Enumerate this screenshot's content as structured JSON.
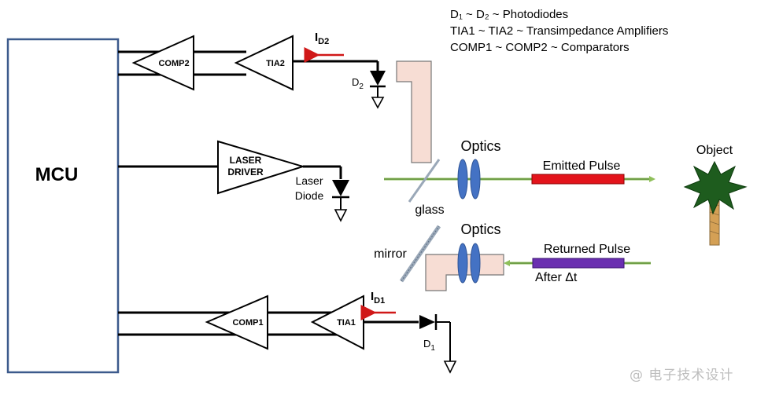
{
  "legend": {
    "line1": "D₁ ~ D₂ ~ Photodiodes",
    "line2": "TIA1 ~ TIA2 ~ Transimpedance Amplifiers",
    "line3": "COMP1 ~ COMP2 ~ Comparators"
  },
  "mcu": {
    "label": "MCU"
  },
  "top_channel": {
    "comp_label": "COMP2",
    "tia_label": "TIA2",
    "current_label": "I",
    "current_sub": "D2",
    "diode_label": "D",
    "diode_sub": "2"
  },
  "bottom_channel": {
    "comp_label": "COMP1",
    "tia_label": "TIA1",
    "current_label": "I",
    "current_sub": "D1",
    "diode_label": "D",
    "diode_sub": "1"
  },
  "laser": {
    "driver_line1": "LASER",
    "driver_line2": "DRIVER",
    "diode_line1": "Laser",
    "diode_line2": "Diode"
  },
  "optics": {
    "upper_label": "Optics",
    "lower_label": "Optics",
    "glass_label": "glass",
    "mirror_label": "mirror",
    "emitted_label": "Emitted Pulse",
    "returned_label": "Returned Pulse",
    "after_label": "After Δt",
    "object_label": "Object"
  },
  "colors": {
    "mcu_border": "#3c5a8c",
    "current_arrow": "#d01818",
    "emitted_pulse": "#e3141b",
    "returned_pulse": "#6a2fb0",
    "beam": "#8fbf5a",
    "lens": "#4472c4",
    "prism": "#f7ddd4",
    "tree_crown": "#1e5c1e",
    "tree_trunk": "#d4a055"
  },
  "watermark": "@ 电子技术设计"
}
